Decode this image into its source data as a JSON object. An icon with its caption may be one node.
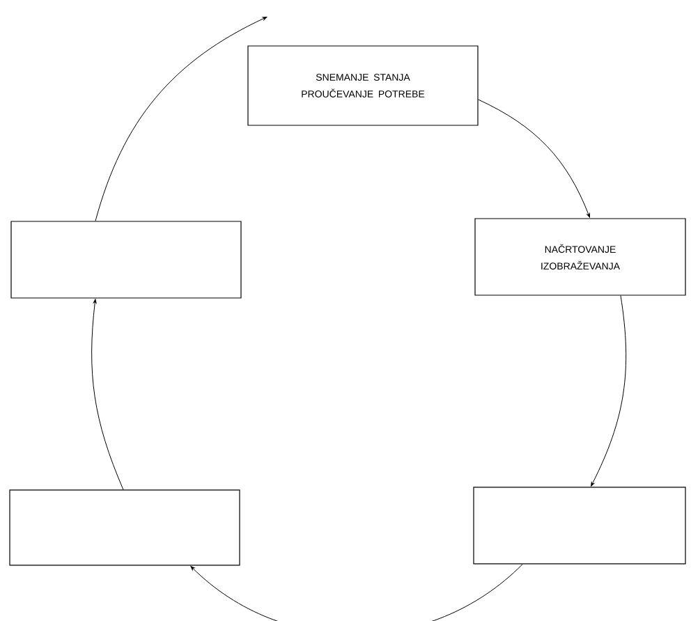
{
  "diagram": {
    "nodes": [
      {
        "text": [
          "SNEMANJE STANJA PROUČEVANJE POTREBE"
        ]
      },
      {
        "text": [],
        "shape": "box"
      },
      {
        "text": [
          "NAČRTOVANJE IZOBRAŽEVANJA"
        ]
      },
      {
        "text": [],
        "shape": "box"
      },
      {
        "text": [],
        "shape": "box"
      }
    ],
    "edges": [
      {
        "from": 0,
        "to": 2,
        "arrow": "to"
      },
      {
        "from": 2,
        "to": 4,
        "arrow": "to"
      },
      {
        "from": 4,
        "to": 3,
        "arrow": "to"
      },
      {
        "from": 3,
        "to": 1,
        "arrow": "to"
      },
      {
        "from": 1,
        "to": null,
        "arrow": "to"
      }
    ]
  }
}
